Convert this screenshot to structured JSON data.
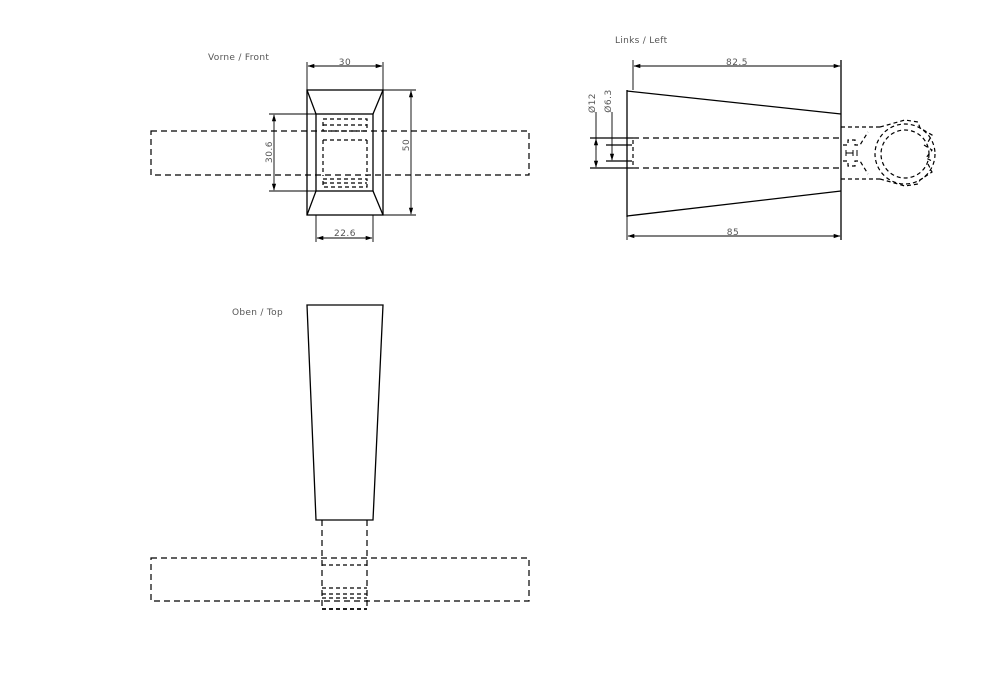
{
  "drawing": {
    "background": "#ffffff",
    "line_color": "#000000",
    "text_color": "#555555"
  },
  "views": {
    "front": {
      "title": "Vorne  /  Front",
      "dimensions": {
        "top_width": "30",
        "inner_height": "30.6",
        "total_height": "50",
        "bottom_width": "22.6"
      }
    },
    "left": {
      "title": "Links  /  Left",
      "dimensions": {
        "upper_length": "82.5",
        "lower_length": "85",
        "outer_diameter": "Ø12",
        "inner_diameter": "Ø6.3"
      }
    },
    "top": {
      "title": "Oben  /  Top"
    }
  }
}
